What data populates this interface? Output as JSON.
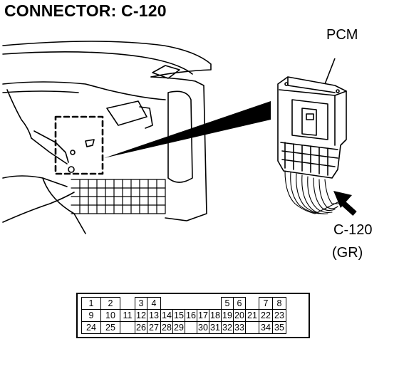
{
  "title": "CONNECTOR: C-120",
  "labels": {
    "module": "PCM",
    "connector_id": "C-120",
    "connector_color": "(GR)"
  },
  "pinout": {
    "rows": [
      [
        "1",
        "2",
        "",
        "3",
        "4",
        "",
        "",
        "",
        "",
        "",
        "5",
        "6",
        "",
        "7",
        "8"
      ],
      [
        "9",
        "10",
        "11",
        "12",
        "13",
        "14",
        "15",
        "16",
        "17",
        "18",
        "19",
        "20",
        "21",
        "22",
        "23"
      ],
      [
        "24",
        "25",
        "",
        "26",
        "27",
        "28",
        "29",
        "",
        "30",
        "31",
        "32",
        "33",
        "",
        "34",
        "35"
      ]
    ]
  }
}
